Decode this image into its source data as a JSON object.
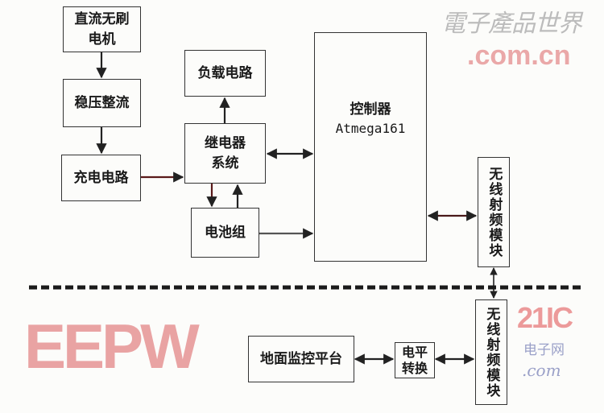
{
  "blocks": {
    "motor": "直流无刷电机",
    "regulator": "稳压整流",
    "charging": "充电电路",
    "load": "负载电路",
    "relay": "继电器系统",
    "battery": "电池组",
    "controller_name": "控制器",
    "controller_chip": "Atmega161",
    "rf_top": "无线射频模块",
    "rf_bottom": "无线射频模块",
    "ground": "地面监控平台",
    "level": "电平转换"
  },
  "watermarks": {
    "eepw": "EEPW",
    "eepw_cn": "電子產品世界",
    "eepw_domain": ".com.cn",
    "ic21": "21IC",
    "ic21_cn": "电子网",
    "ic21_domain": ".com"
  },
  "colors": {
    "line": "#222222",
    "watermark": "#e8a0a0",
    "watermark_grey": "#b8b8b8"
  }
}
